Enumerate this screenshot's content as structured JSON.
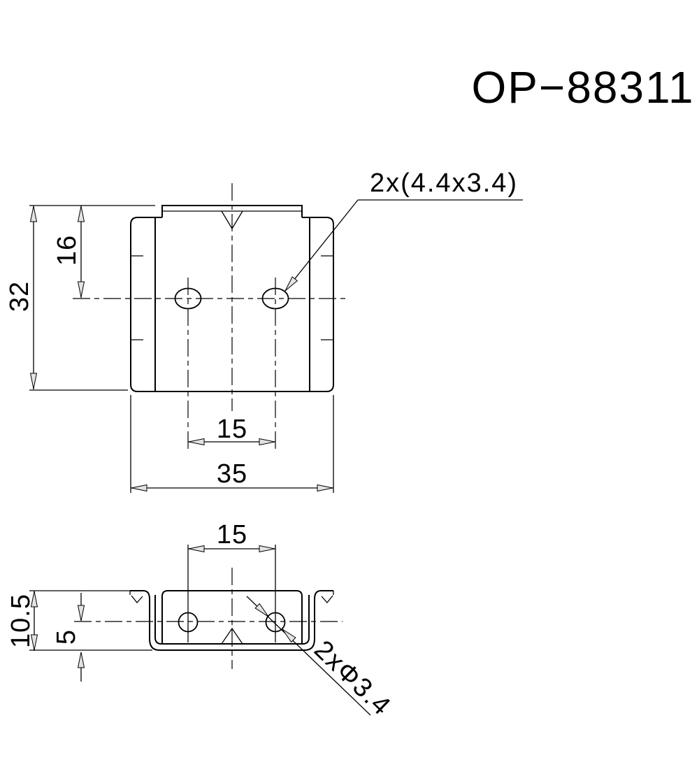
{
  "title": "OP−88311",
  "front_view": {
    "hole_callout": "2x(4.4x3.4)",
    "dim_overall_height": "32",
    "dim_hole_offset": "16",
    "dim_hole_spacing": "15",
    "dim_overall_width": "35"
  },
  "bottom_view": {
    "dim_hole_spacing": "15",
    "dim_overall_height": "10.5",
    "dim_hole_center_height": "5",
    "hole_callout": "2xΦ3.4"
  },
  "colors": {
    "line": "#000000",
    "background": "#ffffff",
    "arrow_fill": "#e3e3e3"
  }
}
